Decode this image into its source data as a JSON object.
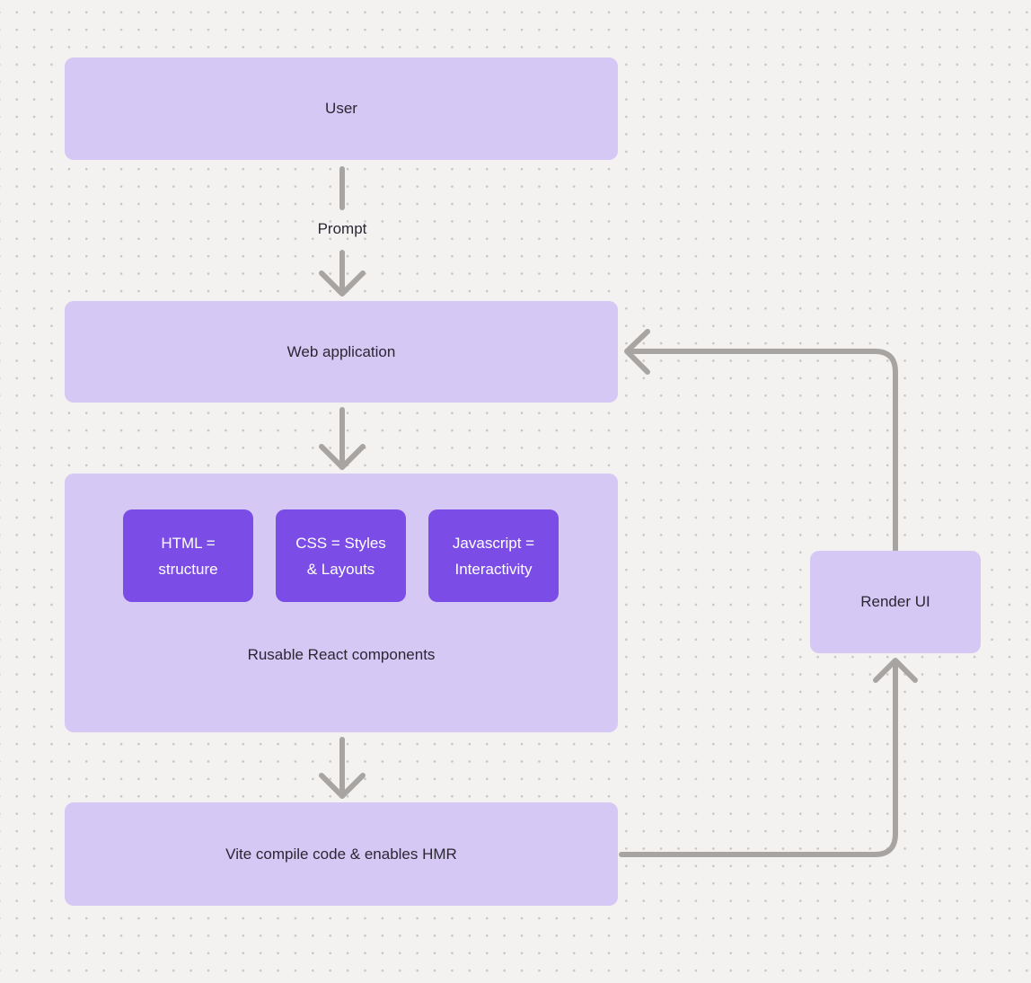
{
  "diagram": {
    "type": "flowchart",
    "background": {
      "color": "#f4f2f1",
      "dot_color": "#c8c6c4",
      "pattern": "dot-grid"
    },
    "colors": {
      "node_fill": "#d6c8f5",
      "subnode_fill": "#7b4de6",
      "subnode_text": "#ffffff",
      "node_text": "#2a2733",
      "connector": "#a7a4a2"
    },
    "nodes": {
      "user": {
        "label": "User"
      },
      "web_application": {
        "label": "Web application"
      },
      "components_container": {
        "label": "Rusable React components"
      },
      "html": {
        "line1": "HTML =",
        "line2": "structure"
      },
      "css": {
        "line1": "CSS = Styles",
        "line2": "& Layouts"
      },
      "javascript": {
        "line1": "Javascript =",
        "line2": "Interactivity"
      },
      "vite": {
        "label": "Vite compile code & enables HMR"
      },
      "render_ui": {
        "label": "Render UI"
      }
    },
    "edges": [
      {
        "from": "User",
        "to": "Web application",
        "label": "Prompt"
      },
      {
        "from": "Web application",
        "to": "Rusable React components",
        "label": ""
      },
      {
        "from": "Rusable React components",
        "to": "Vite compile code & enables HMR",
        "label": ""
      },
      {
        "from": "Vite compile code & enables HMR",
        "to": "Render UI",
        "label": ""
      },
      {
        "from": "Render UI",
        "to": "Web application",
        "label": ""
      }
    ]
  }
}
